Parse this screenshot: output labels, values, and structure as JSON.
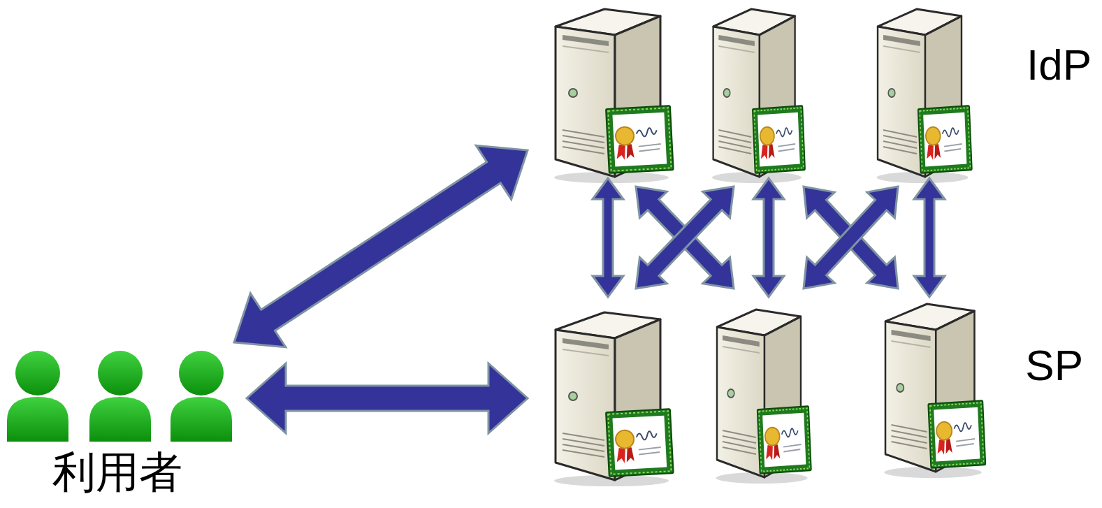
{
  "diagram": {
    "nodes": [
      {
        "text": [
          "利用者"
        ]
      },
      {
        "text": [
          "IdP"
        ]
      },
      {
        "text": [
          "SP"
        ]
      }
    ],
    "edges": [
      {
        "from": 0,
        "to": 1,
        "arrow": "both"
      },
      {
        "from": 0,
        "to": 2,
        "arrow": "both"
      },
      {
        "from": 1,
        "to": 2,
        "arrow": "both"
      }
    ]
  }
}
